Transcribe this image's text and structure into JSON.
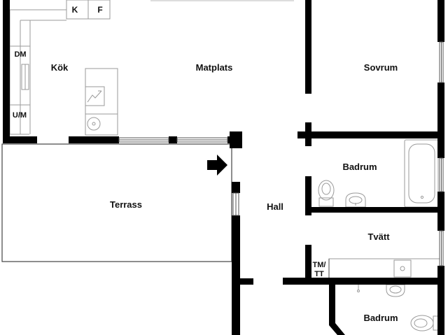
{
  "rooms": {
    "kok": "Kök",
    "matplats": "Matplats",
    "sovrum": "Sovrum",
    "badrum_1": "Badrum",
    "terrass": "Terrass",
    "hall": "Hall",
    "tvatt": "Tvätt",
    "badrum_2": "Badrum"
  },
  "appliances": {
    "kyl": "K",
    "frys": "F",
    "diskmaskin": "DM",
    "ugn_mikro": "U/M",
    "tm_line1": "TM/",
    "tm_line2": "TT"
  },
  "icons": {
    "entrance": "arrow-right-icon"
  },
  "colors": {
    "wall": "#000000",
    "fixture": "#9a9a9a",
    "background": "#ffffff"
  }
}
